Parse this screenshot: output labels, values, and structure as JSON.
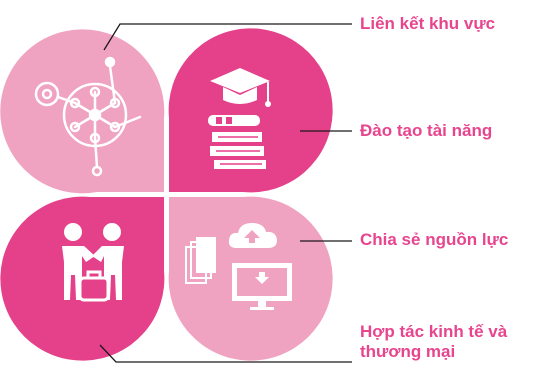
{
  "colors": {
    "light_pink": "#f0a3c1",
    "deep_pink": "#e5408a",
    "label": "#e8458f",
    "connector": "#1a1a1a",
    "icon": "#ffffff"
  },
  "labels": {
    "regional_link": "Liên kết khu vực",
    "talent_training": "Đào tạo tài năng",
    "resource_sharing": "Chia sẻ nguồn lực",
    "economic_line1": "Hợp tác kinh tế và",
    "economic_line2": "thương mại"
  },
  "icons": {
    "top_left": "network-hub-icon",
    "top_right": "graduation-books-icon",
    "bottom_left": "handshake-briefcase-icon",
    "bottom_right": "cloud-documents-monitor-icon"
  }
}
